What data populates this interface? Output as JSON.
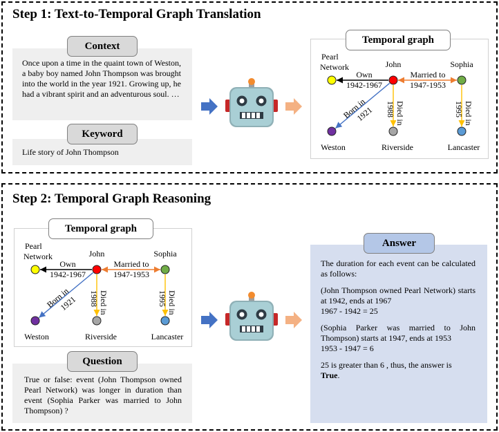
{
  "step1": {
    "title": "Step 1: Text-to-Temporal Graph Translation",
    "context_label": "Context",
    "context_text": "Once upon a time in the quaint town of Weston, a baby boy named John Thompson was brought into the world in the year 1921. Growing up, he had a vibrant spirit and an adventurous soul. …",
    "keyword_label": "Keyword",
    "keyword_text": "Life story of John Thompson",
    "graph_label": "Temporal graph"
  },
  "step2": {
    "title": "Step 2: Temporal Graph Reasoning",
    "graph_label": "Temporal graph",
    "question_label": "Question",
    "question_text": "True or false: event (John Thompson owned Pearl Network) was longer in duration than event (Sophia Parker was married to John Thompson) ?",
    "answer_label": "Answer",
    "answer_lines": [
      "The duration for each event can be calculated as follows:",
      "(John Thompson owned Pearl Network) starts at 1942, ends at 1967",
      "1967 - 1942 = 25",
      "(Sophia Parker was married to John Thompson) starts at 1947, ends at 1953",
      "1953 - 1947 = 6",
      "25 is greater than 6 , thus, the answer is",
      "True",
      "."
    ]
  },
  "graph": {
    "nodes": {
      "pearl_line1": "Pearl",
      "pearl_line2": "Network",
      "john": "John",
      "sophia": "Sophia",
      "weston": "Weston",
      "riverside": "Riverside",
      "lancaster": "Lancaster"
    },
    "edges": {
      "own": "Own",
      "own_years": "1942-1967",
      "married": "Married to",
      "married_years": "1947-1953",
      "born": "Born in",
      "born_year": "1921",
      "died_john": "Died in",
      "died_john_year": "1988",
      "died_sophia": "Died in",
      "died_sophia_year": "1995"
    },
    "colors": {
      "pearl": "#ffff00",
      "john": "#ff0000",
      "sophia": "#70ad47",
      "weston": "#7030a0",
      "riverside": "#a6a6a6",
      "lancaster": "#5b9bd5",
      "own_edge": "#000000",
      "married_edge": "#ed7d31",
      "born_edge": "#4472c4",
      "died_edge": "#ffc000"
    }
  },
  "colors": {
    "flow_arrow_in": "#4472c4",
    "flow_arrow_out": "#f4b183",
    "answer_bg": "#d6deef"
  }
}
